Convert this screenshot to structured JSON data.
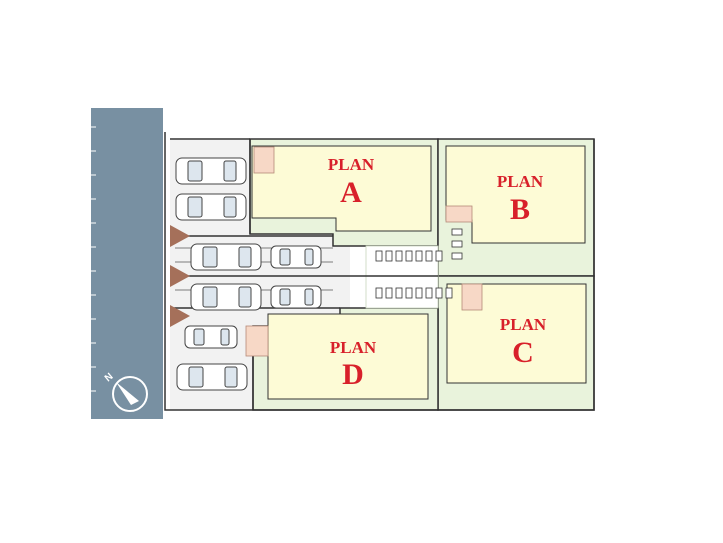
{
  "plans": [
    {
      "id": "a",
      "word": "PLAN",
      "letter": "A"
    },
    {
      "id": "b",
      "word": "PLAN",
      "letter": "B"
    },
    {
      "id": "c",
      "word": "PLAN",
      "letter": "C"
    },
    {
      "id": "d",
      "word": "PLAN",
      "letter": "D"
    }
  ],
  "compass": {
    "letter": "N"
  },
  "colors": {
    "road": "#7890a2",
    "lot": "#e9f3dc",
    "building": "#fdfbd6",
    "driveway": "#f2f2f2",
    "label": "#d8202a",
    "porch": "#f7d8c6",
    "line": "#333333"
  }
}
